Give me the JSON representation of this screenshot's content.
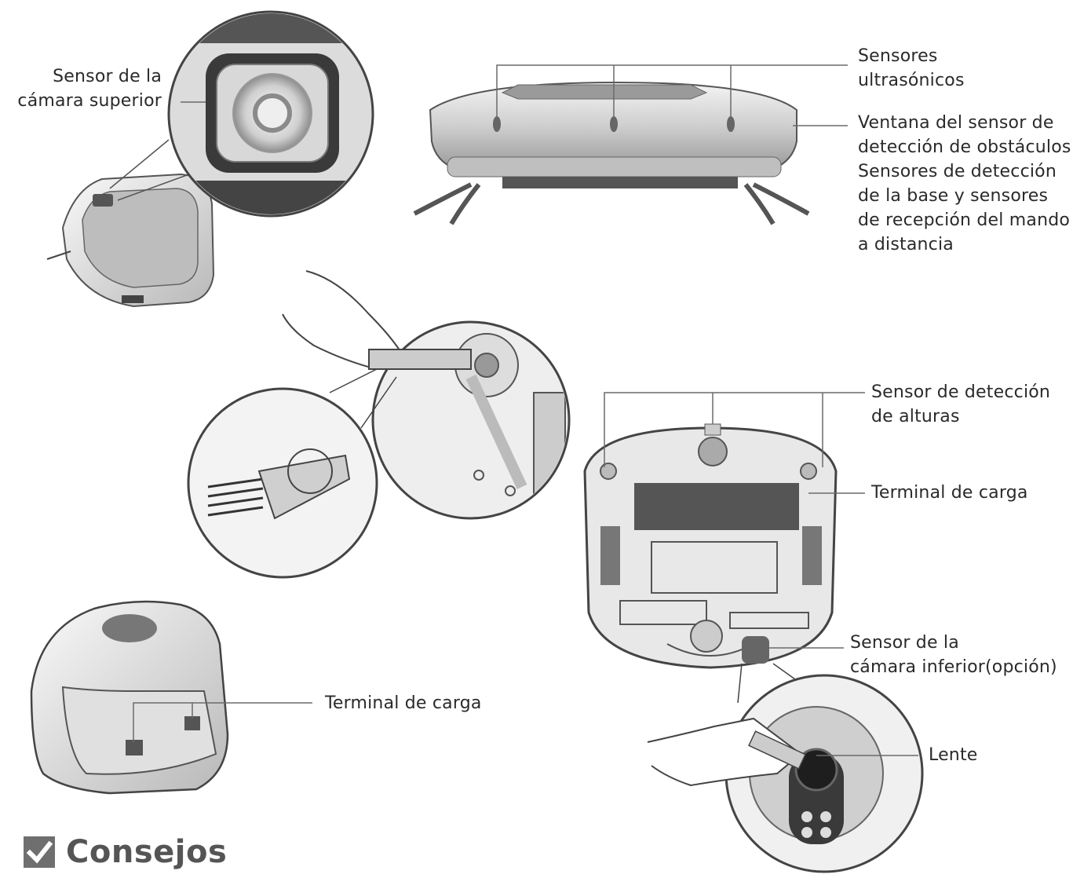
{
  "labels": {
    "top_camera_sensor": [
      "Sensor de la",
      "cámara superior"
    ],
    "ultrasonic_sensors": [
      "Sensores",
      "ultrasónicos"
    ],
    "obstacle_window": [
      "Ventana del sensor de",
      "detección de obstáculos",
      "Sensores de detección",
      "de la base y sensores",
      "de recepción del mando",
      "a distancia"
    ],
    "cliff_sensor": [
      "Sensor de detección",
      "de alturas"
    ],
    "charging_terminal_robot": "Terminal de carga",
    "bottom_camera_sensor": [
      "Sensor de la",
      "cámara inferior(opción)"
    ],
    "lens": "Lente",
    "charging_terminal_base": "Terminal de carga"
  },
  "tips": {
    "title": "Consejos",
    "icon": "checkbox-check-icon"
  },
  "colors": {
    "line": "#6a6a6a",
    "text": "#2a2a2a",
    "tips_box": "#6f6f6f"
  }
}
